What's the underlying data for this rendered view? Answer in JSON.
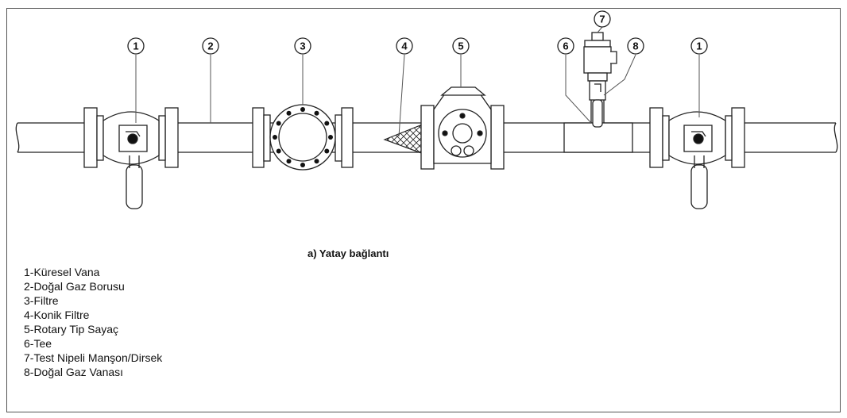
{
  "callouts": [
    "1",
    "2",
    "3",
    "4",
    "5",
    "6",
    "7",
    "8",
    "1"
  ],
  "caption": "a) Yatay bağlantı",
  "legend": [
    "1-Küresel Vana",
    "2-Doğal Gaz Borusu",
    "3-Filtre",
    "4-Konik Filtre",
    "5-Rotary Tip Sayaç",
    "6-Tee",
    "7-Test Nipeli Manşon/Dirsek",
    "8-Doğal Gaz Vanası"
  ],
  "colors": {
    "line": "#222222",
    "fill": "#ffffff",
    "accent": "#111111"
  }
}
